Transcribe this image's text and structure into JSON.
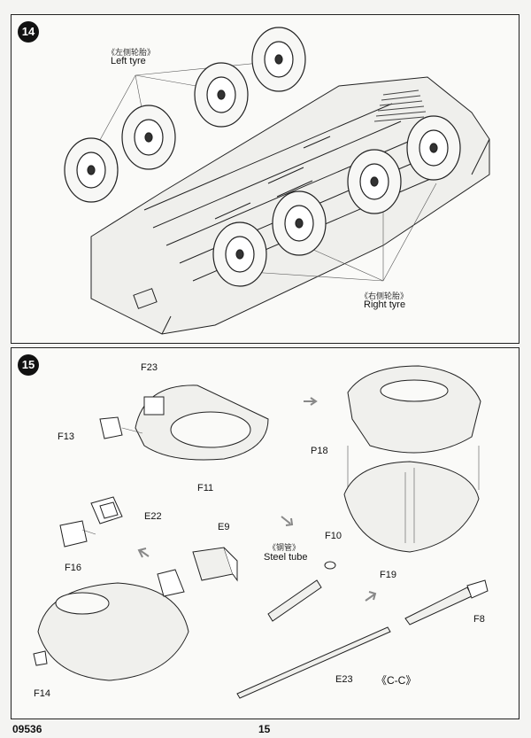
{
  "steps": {
    "step14": {
      "number": "14",
      "left_tyre_cn": "《左侧轮胎》",
      "left_tyre": "Left tyre",
      "right_tyre_cn": "《右侧轮胎》",
      "right_tyre": "Right tyre"
    },
    "step15": {
      "number": "15",
      "parts": {
        "f23": "F23",
        "f13": "F13",
        "f11": "F11",
        "e22": "E22",
        "f16": "F16",
        "e9": "E9",
        "f14": "F14",
        "p18": "P18",
        "f19": "F19",
        "f10": "F10",
        "steel_tube_cn": "《钢管》",
        "steel_tube": "Steel tube",
        "f8": "F8",
        "e23": "E23",
        "section": "《C-C》"
      }
    }
  },
  "footer": {
    "product_code": "09536",
    "page_number": "15"
  }
}
